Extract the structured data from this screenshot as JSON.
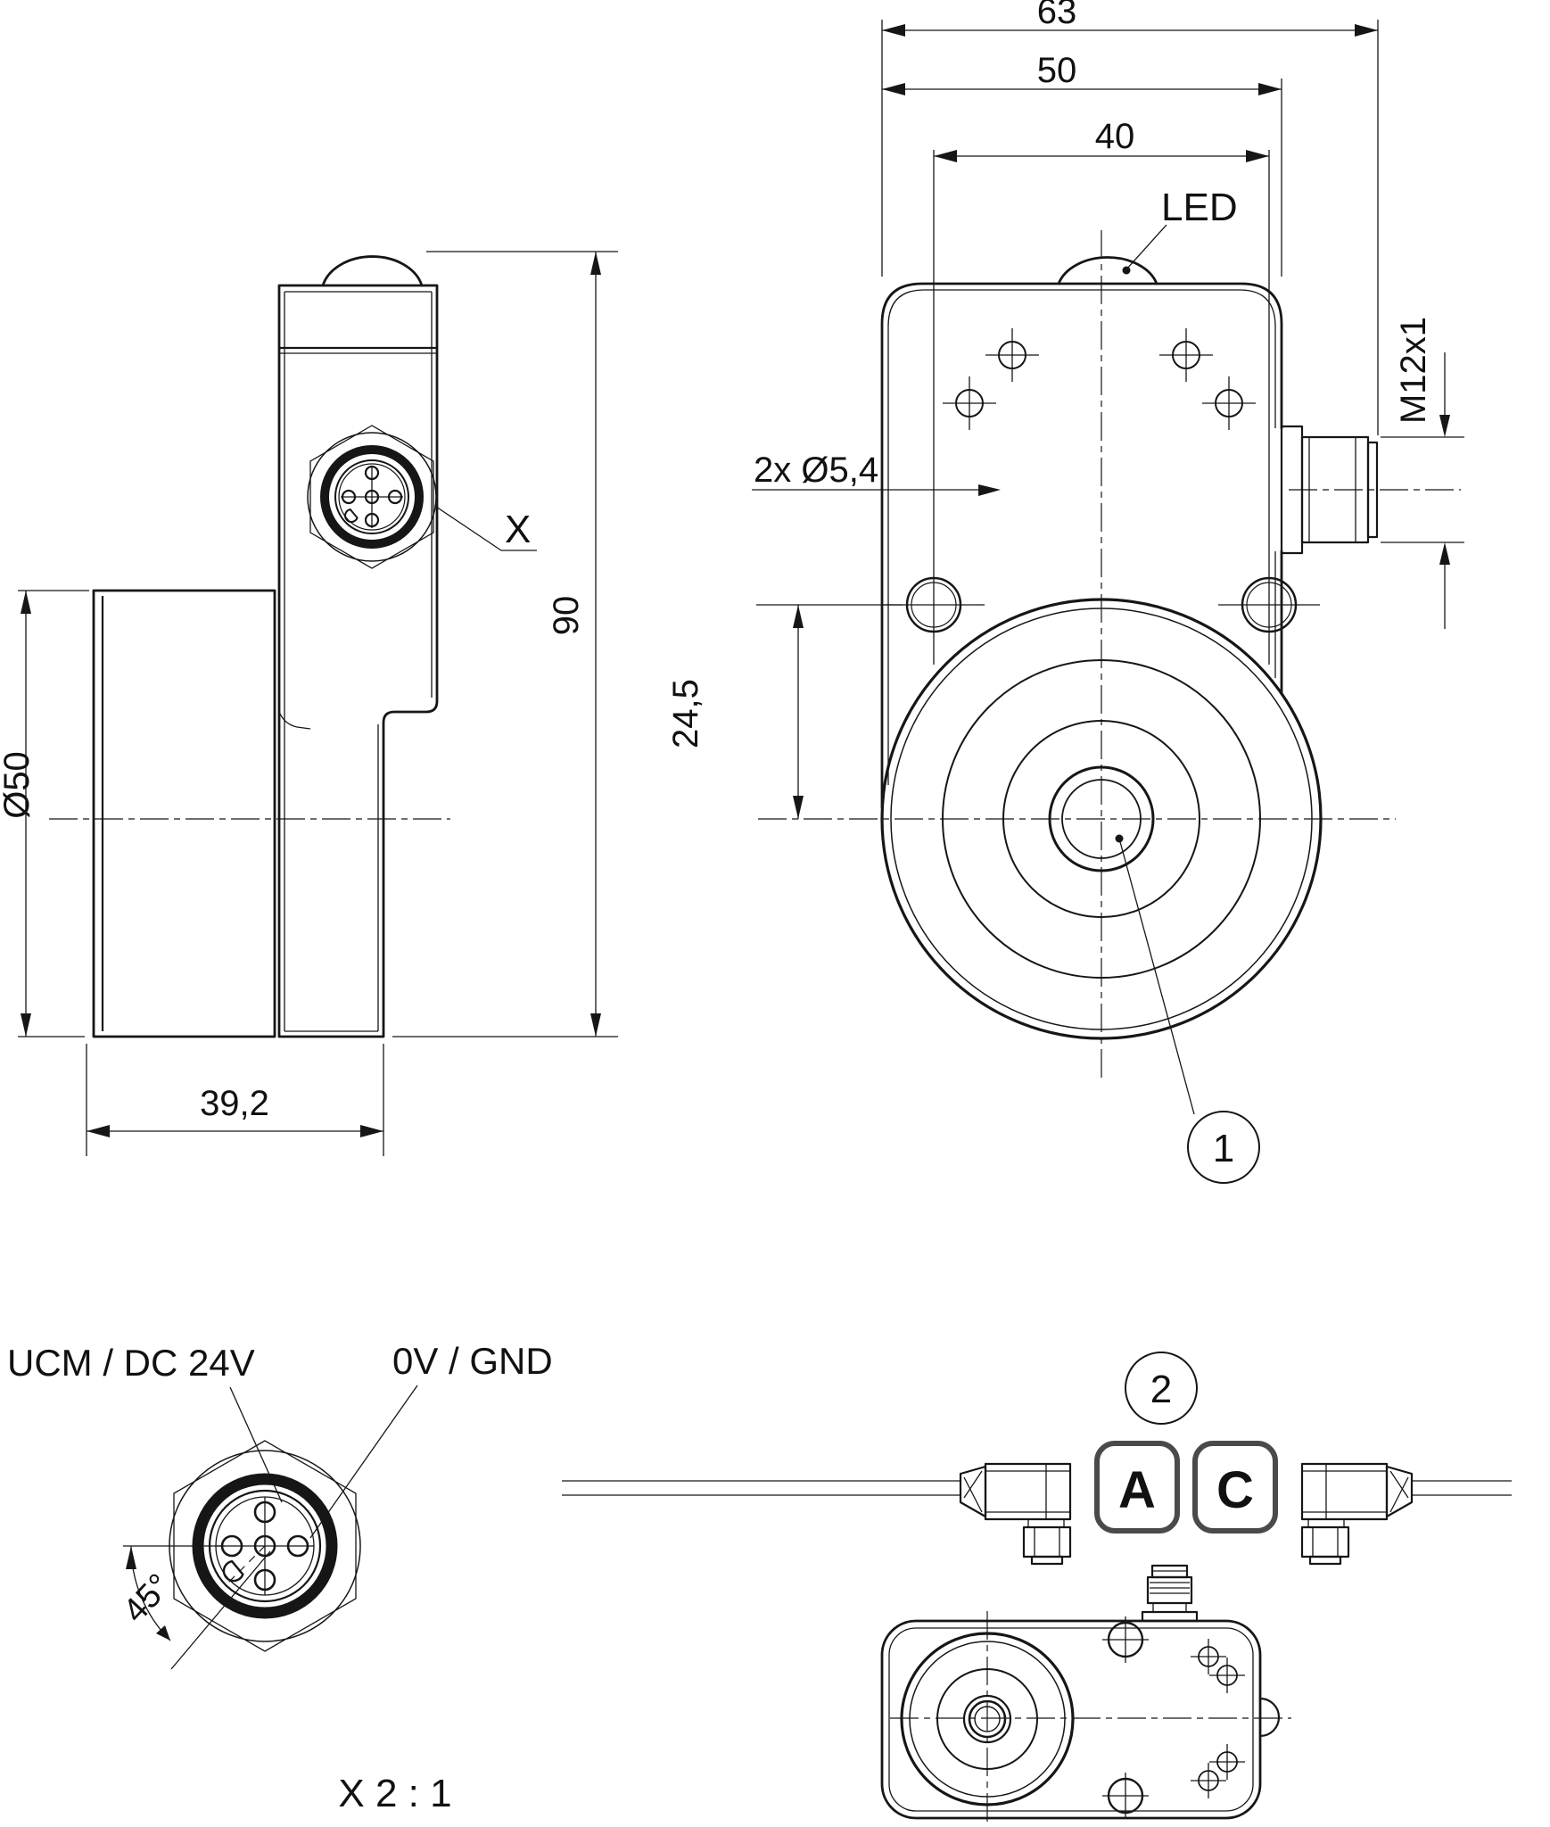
{
  "colors": {
    "line": "#161616",
    "badge_border": "#4a4a4a"
  },
  "views": {
    "side": {
      "dim_height": "90",
      "dim_wheel": "Ø50",
      "dim_depth": "39,2",
      "connector": "X"
    },
    "front": {
      "dim_total": "63",
      "dim_body": "50",
      "dim_holes": "40",
      "dim_offset": "24,5",
      "holes": "2x Ø5,4",
      "thread": "M12x1",
      "led": "LED",
      "callout": "1"
    },
    "pinout": {
      "pin_power": "UCM / DC 24V",
      "pin_ground": "0V / GND",
      "angle": "45°",
      "scale": "X 2 : 1"
    },
    "mounting": {
      "callout": "2",
      "label_a": "A",
      "label_c": "C"
    }
  }
}
